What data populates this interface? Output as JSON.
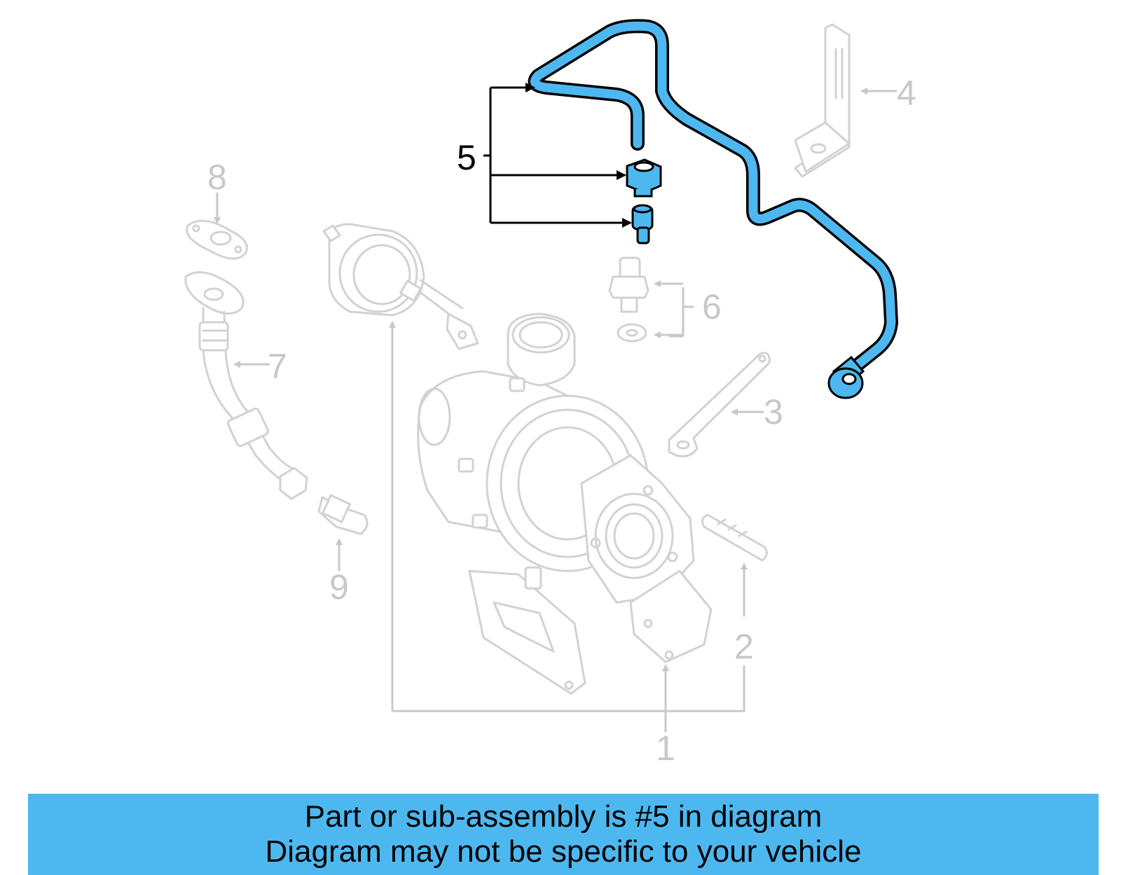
{
  "diagram": {
    "highlight_color": "#4db8f0",
    "callouts": {
      "c1": "1",
      "c2": "2",
      "c3": "3",
      "c4": "4",
      "c5": "5",
      "c6": "6",
      "c7": "7",
      "c8": "8",
      "c9": "9"
    },
    "highlighted_part": "5"
  },
  "banner": {
    "line1": "Part or sub-assembly is #5 in diagram",
    "line2": "Diagram may not be specific to your vehicle",
    "background": "#4db8f0"
  }
}
